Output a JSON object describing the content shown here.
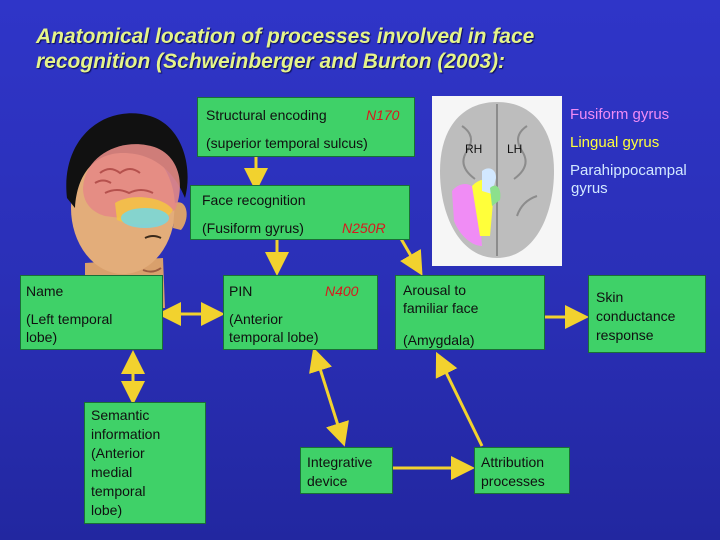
{
  "title_line1": "Anatomical location of processes involved in face",
  "title_line2": "recognition (Schweinberger and Burton (2003):",
  "structural": {
    "line1": "Structural encoding",
    "n170": "N170",
    "line2": "(superior temporal sulcus)"
  },
  "face_recognition": {
    "line1": "Face recognition",
    "line2": "(Fusiform gyrus)",
    "n250r": "N250R"
  },
  "name_box": {
    "line1": "Name",
    "line2": "(Left temporal",
    "line3": "lobe)"
  },
  "pin_box": {
    "line1": "PIN",
    "n400": "N400",
    "line2": "(Anterior",
    "line3": "temporal lobe)"
  },
  "arousal_box": {
    "line1": "Arousal to",
    "line2": "familiar face",
    "line3": "(Amygdala)"
  },
  "skin_box": {
    "line1": "Skin",
    "line2": "conductance",
    "line3": "response"
  },
  "semantic_box": {
    "line1": "Semantic",
    "line2": "information",
    "line3": "(Anterior",
    "line4": "medial",
    "line5": "temporal",
    "line6": "lobe)"
  },
  "integrative_box": {
    "line1": "Integrative",
    "line2": "device"
  },
  "attribution_box": {
    "line1": "Attribution",
    "line2": "processes"
  },
  "brain_labels": {
    "rh": "RH",
    "lh": "LH"
  },
  "legend": {
    "fusiform": "Fusiform gyrus",
    "lingual": "Lingual gyrus",
    "parahippocampal_line1": "Parahippocampal",
    "parahippocampal_line2": "gyrus"
  },
  "colors": {
    "background": "#2a2fb6",
    "title": "#e5f48a",
    "box": "#3fd168",
    "arrow": "#f2d22e",
    "fusiform": "#f08cf5",
    "lingual": "#ffff3a",
    "parahippocampal": "#d2e8ff",
    "erp_label": "#d8191e"
  }
}
